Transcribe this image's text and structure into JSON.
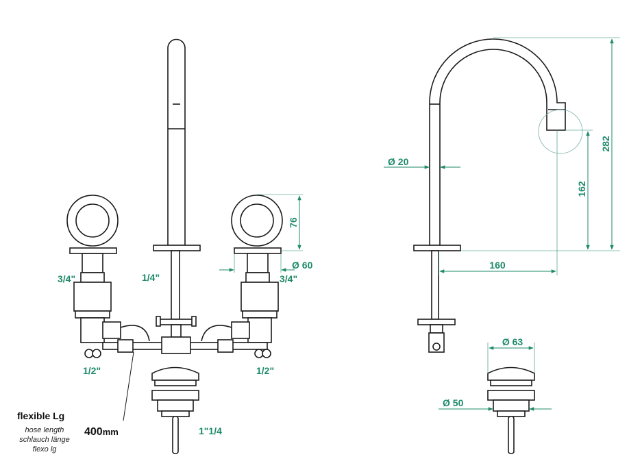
{
  "front_view": {
    "labels": {
      "left_handle_thread": "3/4\"",
      "spout_thread": "1/4\"",
      "right_handle_thread": "3/4\"",
      "left_inlet": "1/2\"",
      "right_inlet": "1/2\"",
      "drain_thread": "1\"1/4",
      "handle_height": "76",
      "handle_diameter": "Ø 60"
    },
    "hose": {
      "title": "flexible Lg",
      "line1": "hose length",
      "line2": "schlauch länge",
      "line3": "flexo lg",
      "length_value": "400",
      "length_unit": "mm"
    }
  },
  "side_view": {
    "labels": {
      "tube_diameter": "Ø 20",
      "total_height": "282",
      "outlet_height": "162",
      "reach": "160",
      "drain_cap_diameter": "Ø 63",
      "drain_body_diameter": "Ø 50"
    }
  },
  "colors": {
    "dimension": "#1e8a6a",
    "line": "#1a1a1a"
  }
}
